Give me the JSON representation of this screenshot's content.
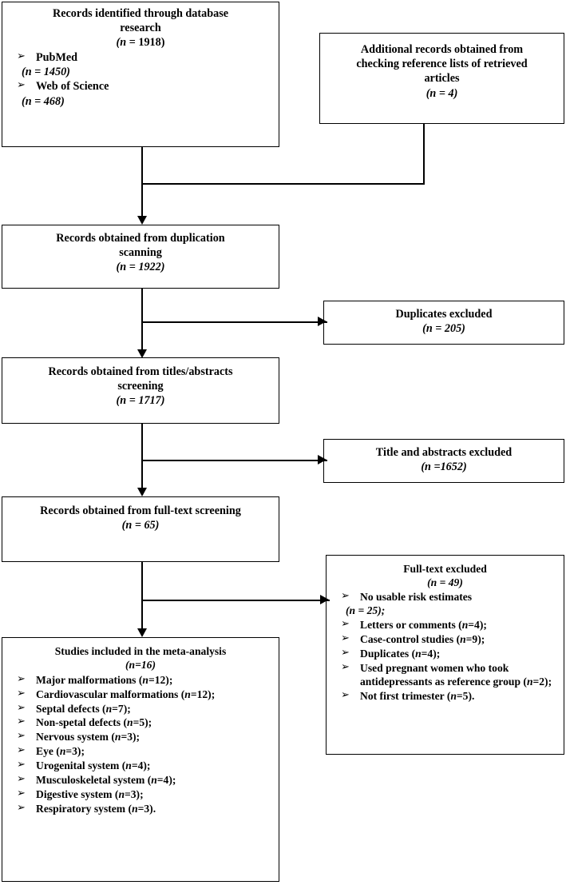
{
  "diagram": {
    "type": "prisma-flow-diagram",
    "bullet_glyph": "➢",
    "boxes": {
      "identification": {
        "title_line1": "Records identified through database",
        "title_line2": "research",
        "count": "(n = 1918)",
        "sources": [
          {
            "label": "PubMed",
            "count": "(n = 1450)"
          },
          {
            "label": "Web of Science",
            "count": "(n = 468)"
          }
        ]
      },
      "additional_records": {
        "line1": "Additional records obtained from",
        "line2": "checking reference lists of retrieved",
        "line3": "articles",
        "count": "(n = 4)"
      },
      "duplication_scanning": {
        "line1": "Records obtained from duplication",
        "line2": "scanning",
        "count": "(n = 1922)"
      },
      "duplicates_excluded": {
        "label": "Duplicates excluded",
        "count": "(n = 205)"
      },
      "titles_abstracts_screening": {
        "line1": "Records obtained from titles/abstracts",
        "line2": "screening",
        "count": "(n = 1717)"
      },
      "titles_abstracts_excluded": {
        "label": "Title and abstracts excluded",
        "count": "(n =1652)"
      },
      "fulltext_screening": {
        "line1": "Records obtained from full-text screening",
        "count": "(n = 65)"
      },
      "fulltext_excluded": {
        "title": "Full-text excluded",
        "count": "(n = 49)",
        "reasons": [
          {
            "label": "No usable risk estimates",
            "count": "(n = 25);",
            "wrap": true
          },
          {
            "label": "Letters or comments (n=4);"
          },
          {
            "label": "Case-control studies (n=9);"
          },
          {
            "label": "Duplicates (n=4);"
          },
          {
            "label": "Used pregnant women who took antidepressants as reference group (n=2);"
          },
          {
            "label": "Not first trimester (n=5)."
          }
        ]
      },
      "included": {
        "title": "Studies included in the meta-analysis",
        "count": "(n=16)",
        "outcomes": [
          "Major malformations (n=12);",
          "Cardiovascular malformations (n=12);",
          "Septal defects (n=7);",
          "Non-spetal defects (n=5);",
          "Nervous system (n=3);",
          "Eye (n=3);",
          "Urogenital system (n=4);",
          "Musculoskeletal system (n=4);",
          "Digestive system (n=3);",
          "Respiratory system (n=3)."
        ]
      }
    }
  }
}
